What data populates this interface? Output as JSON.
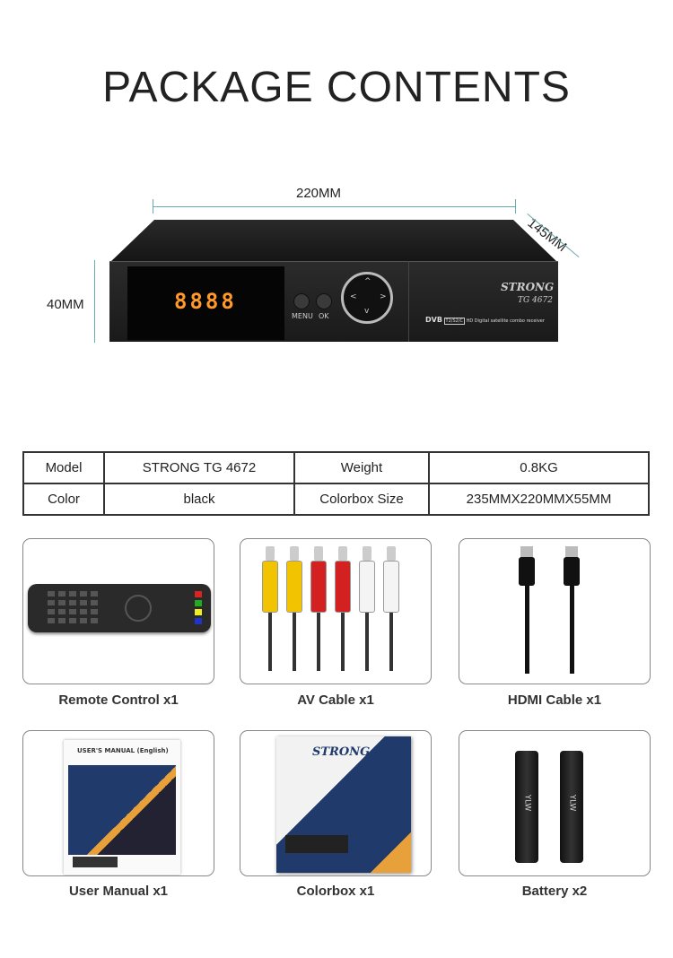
{
  "title": "PACKAGE CONTENTS",
  "dimensions": {
    "width": "220MM",
    "depth": "145MM",
    "height": "40MM"
  },
  "device": {
    "display": "8888",
    "menu": "MENU",
    "ok": "OK",
    "brand": "STRONG",
    "model": "TG 4672",
    "dvb": "DVB",
    "dvb_types": "T2/S2/C",
    "tagline": "HD Digital satellite combo receiver"
  },
  "specs": [
    {
      "label": "Model",
      "value": "STRONG TG 4672",
      "label2": "Weight",
      "value2": "0.8KG"
    },
    {
      "label": "Color",
      "value": "black",
      "label2": "Colorbox Size",
      "value2": "235MMX220MMX55MM"
    }
  ],
  "items": [
    {
      "label": "Remote Control x1",
      "icon": "remote-control"
    },
    {
      "label": "AV Cable x1",
      "icon": "av-cable",
      "colors": [
        "#f2c300",
        "#f2c300",
        "#d32020",
        "#d32020",
        "#f4f4f4",
        "#f4f4f4"
      ]
    },
    {
      "label": "HDMI Cable x1",
      "icon": "hdmi-cable"
    },
    {
      "label": "User Manual x1",
      "icon": "user-manual",
      "text": "USER'S MANUAL (English)"
    },
    {
      "label": "Colorbox x1",
      "icon": "colorbox"
    },
    {
      "label": "Battery x2",
      "icon": "battery",
      "text": "YLW"
    }
  ]
}
